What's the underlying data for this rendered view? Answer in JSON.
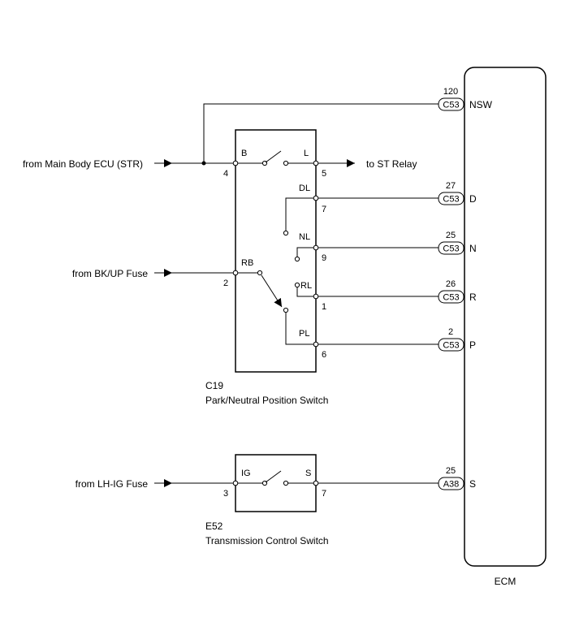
{
  "sources": {
    "main_body_ecu": "from Main Body ECU (STR)",
    "bk_up_fuse": "from BK/UP Fuse",
    "lh_ig_fuse": "from LH-IG Fuse",
    "st_relay": "to ST Relay"
  },
  "park_neutral_switch": {
    "code": "C19",
    "name": "Park/Neutral Position Switch",
    "terminals": {
      "b": "B",
      "b_pin": "4",
      "l": "L",
      "l_pin": "5",
      "dl": "DL",
      "dl_pin": "7",
      "nl": "NL",
      "nl_pin": "9",
      "rb": "RB",
      "rb_pin": "2",
      "rl": "RL",
      "rl_pin": "1",
      "pl": "PL",
      "pl_pin": "6"
    }
  },
  "transmission_control_switch": {
    "code": "E52",
    "name": "Transmission Control Switch",
    "terminals": {
      "ig": "IG",
      "ig_pin": "3",
      "s": "S",
      "s_pin": "7"
    }
  },
  "ecm": {
    "name": "ECM",
    "pins": {
      "nsw": {
        "num": "120",
        "connector": "C53",
        "name": "NSW"
      },
      "d": {
        "num": "27",
        "connector": "C53",
        "name": "D"
      },
      "n": {
        "num": "25",
        "connector": "C53",
        "name": "N"
      },
      "r": {
        "num": "26",
        "connector": "C53",
        "name": "R"
      },
      "p": {
        "num": "2",
        "connector": "C53",
        "name": "P"
      },
      "s": {
        "num": "25",
        "connector": "A38",
        "name": "S"
      }
    }
  }
}
